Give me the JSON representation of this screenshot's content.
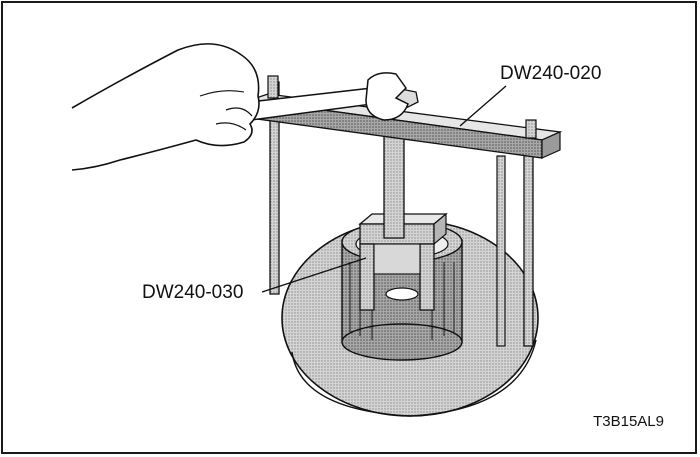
{
  "labels": {
    "bar_tool": "DW240-020",
    "puller_tool": "DW240-030"
  },
  "figure_code": "T3B15AL9",
  "colors": {
    "line": "#111111",
    "metal_light": "#c9c9c9",
    "metal_mid": "#9a9a9a",
    "metal_dark": "#6e6e6e",
    "base_plate": "#bdbdbd",
    "skin": "#ffffff"
  }
}
